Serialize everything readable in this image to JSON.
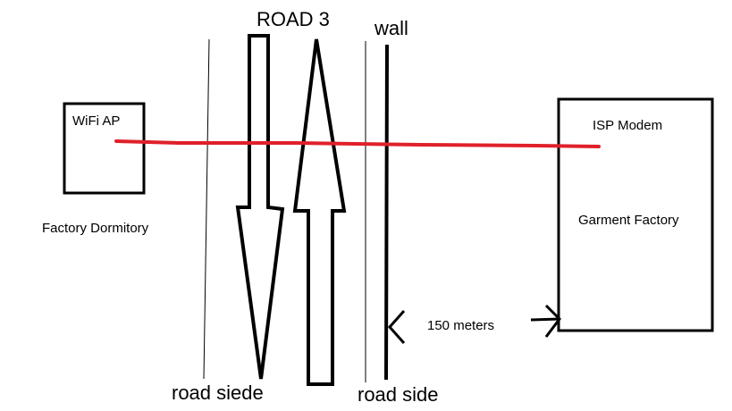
{
  "labels": {
    "road": "ROAD 3",
    "wall": "wall",
    "wifi_ap": "WiFi AP",
    "dormitory": "Factory Dormitory",
    "isp_modem": "ISP Modem",
    "factory": "Garment Factory",
    "distance": "150 meters",
    "road_side_left": "road siede",
    "road_side_right": "road side"
  },
  "colors": {
    "link_line": "#e0202a",
    "stroke": "#000000"
  }
}
